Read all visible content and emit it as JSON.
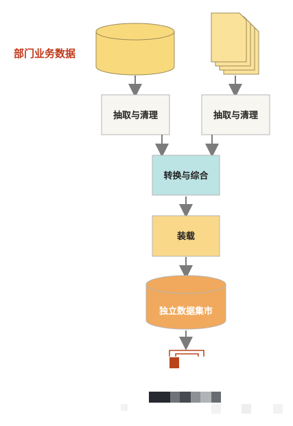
{
  "diagram": {
    "side_label": "部门业务数据",
    "left_process": "抽取与清理",
    "right_process": "抽取与清理",
    "transform": "转换与综合",
    "load": "装载",
    "datamart": "独立数据集市"
  },
  "colors": {
    "title": "#c0391b",
    "cylinder_yellow": "#f8d97c",
    "doc_yellow": "#fbe29a",
    "box_gray": "#f8f6f1",
    "box_teal": "#bde4e4",
    "box_yellow": "#fad889",
    "cylinder_orange": "#f0a95d",
    "arrow": "#7b7b7b",
    "accent_red": "#b9441c"
  }
}
